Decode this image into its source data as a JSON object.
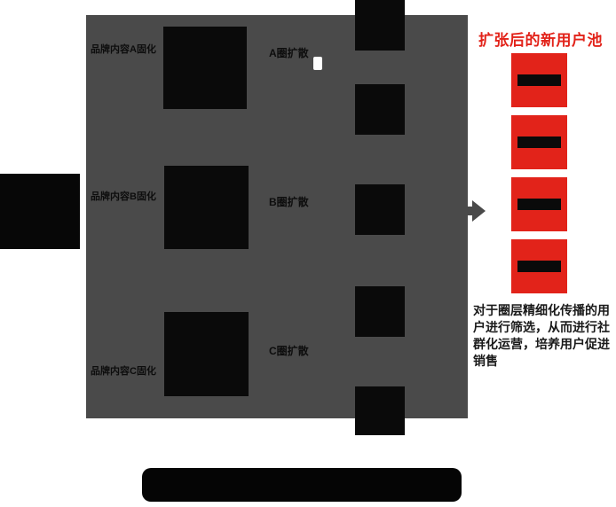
{
  "diagram": {
    "rows": [
      {
        "content_label": "品牌内容A固化",
        "spread_label": "A圈扩散"
      },
      {
        "content_label": "品牌内容B固化",
        "spread_label": "B圈扩散"
      },
      {
        "content_label": "品牌内容C固化",
        "spread_label": "C圈扩散"
      }
    ],
    "right": {
      "title": "扩张后的新用户池",
      "note": "对于圈层精细化传播的用户进行筛选，从而进行社群化运营，培养用户促进销售"
    },
    "icons": {
      "cursor": "cursor-icon",
      "expand_arrow": "expand-arrow-icon"
    },
    "colors": {
      "panel_gray": "#4a4a4a",
      "accent_red": "#e2231a",
      "box_black": "#0a0a0a"
    }
  }
}
